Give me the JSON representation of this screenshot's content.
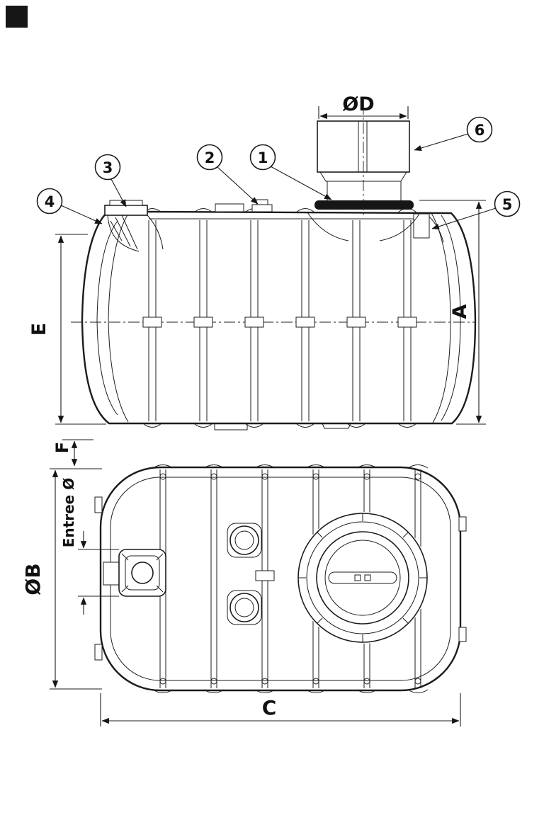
{
  "style": {
    "ink": "#1c1c1c",
    "background": "#ffffff"
  },
  "drawing": {
    "dimensions": {
      "d": "ØD",
      "a": "A",
      "e": "E",
      "f": "F",
      "b": "ØB",
      "c": "C",
      "inlet": "Entree Ø"
    },
    "callouts": [
      {
        "id": "1"
      },
      {
        "id": "2"
      },
      {
        "id": "3"
      },
      {
        "id": "4"
      },
      {
        "id": "5"
      },
      {
        "id": "6"
      }
    ]
  }
}
